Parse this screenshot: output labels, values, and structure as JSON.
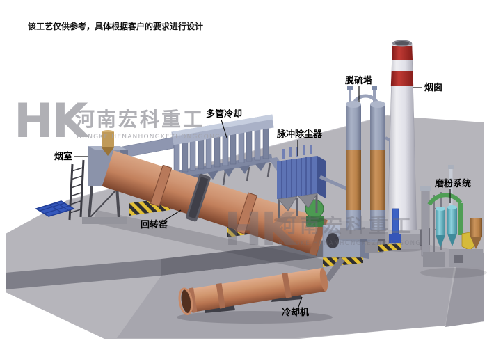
{
  "note": "该工艺仅供参考，具体根据客户的要求进行设计",
  "watermark": {
    "logo": "HK",
    "company_cn": "河南宏科重工",
    "company_en": "HONGKE HENANHONGKEZHONGGONG"
  },
  "labels": {
    "smoke_chamber": "烟室",
    "multi_tube_cooler": "多管冷却",
    "pulse_dust_collector": "脉冲除尘器",
    "desulfurization_tower": "脱硫塔",
    "chimney": "烟囱",
    "grinding_system": "磨粉系统",
    "rotary_kiln": "回转窑",
    "cooling_machine": "冷却机"
  },
  "colors": {
    "kiln_salmon": "#c2805c",
    "equipment_blue": "#5d73b4",
    "steel_gray": "#98a1b8",
    "tower_tan": "#c08a52",
    "chimney_red": "#a32a26",
    "hazard_yellow": "#e2bf35",
    "floor_gray": "#b6b5bb"
  }
}
